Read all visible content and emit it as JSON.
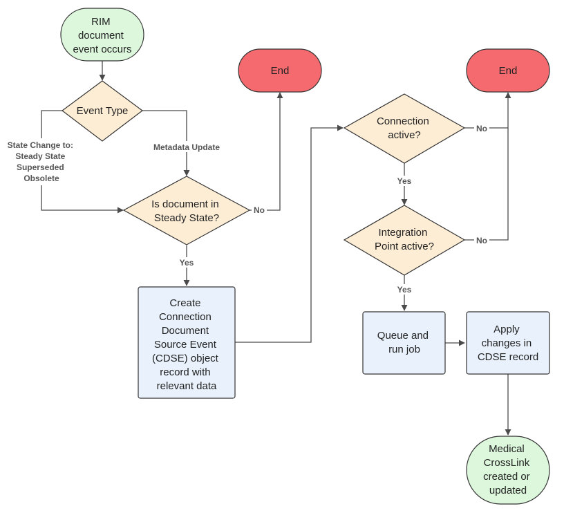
{
  "colors": {
    "start_fill": "#dcf7dc",
    "end_fill": "#f56a6e",
    "decision_fill": "#fdedd5",
    "process_fill": "#e8f1fc",
    "line": "#4a4a4a"
  },
  "nodes": {
    "start": [
      "RIM",
      "document",
      "event occurs"
    ],
    "end_left": [
      "End"
    ],
    "end_right": [
      "End"
    ],
    "event_type": [
      "Event Type"
    ],
    "steady_state": [
      "Is document in",
      "Steady State?"
    ],
    "create_cdse": [
      "Create",
      "Connection",
      "Document",
      "Source Event",
      "(CDSE) object",
      "record with",
      "relevant data"
    ],
    "connection_active": [
      "Connection",
      "active?"
    ],
    "integration_active": [
      "Integration",
      "Point active?"
    ],
    "queue_job": [
      "Queue and",
      "run job"
    ],
    "apply_changes": [
      "Apply",
      "changes in",
      "CDSE record"
    ],
    "crosslink": [
      "Medical",
      "CrossLink",
      "created or",
      "updated"
    ]
  },
  "edge_labels": {
    "state_change": [
      "State Change to:",
      "Steady State",
      "Superseded",
      "Obsolete"
    ],
    "metadata_update": "Metadata Update",
    "steady_no": "No",
    "steady_yes": "Yes",
    "connection_no": "No",
    "connection_yes": "Yes",
    "integration_no": "No",
    "integration_yes": "Yes"
  }
}
